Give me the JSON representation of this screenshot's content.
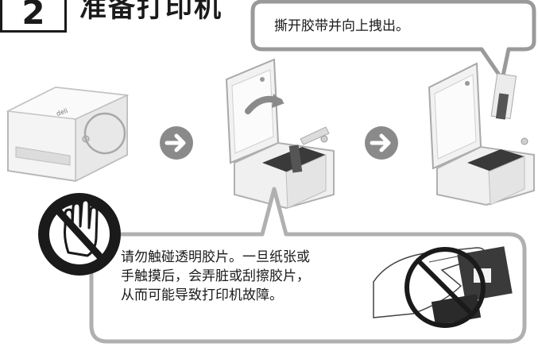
{
  "step": {
    "number": "2",
    "title": "准备打印机"
  },
  "callout": {
    "text": "撕开胶带并向上拽出。"
  },
  "warning": {
    "lines": [
      "请勿触碰透明胶片。一旦纸张或",
      "手触摸后，会弄脏或刮擦胶片，",
      "从而可能导致打印机故障。"
    ]
  },
  "printer": {
    "brand_label": "deli"
  },
  "icons": {
    "arrows": [
      "arrow-right-icon",
      "arrow-right-icon"
    ],
    "prohibition": "no-touch-icon"
  },
  "colors": {
    "bubble_border": "#9a9a9a",
    "arrow_circle": "#8a8a8a",
    "prohibition_red": "#1a1a1a"
  }
}
